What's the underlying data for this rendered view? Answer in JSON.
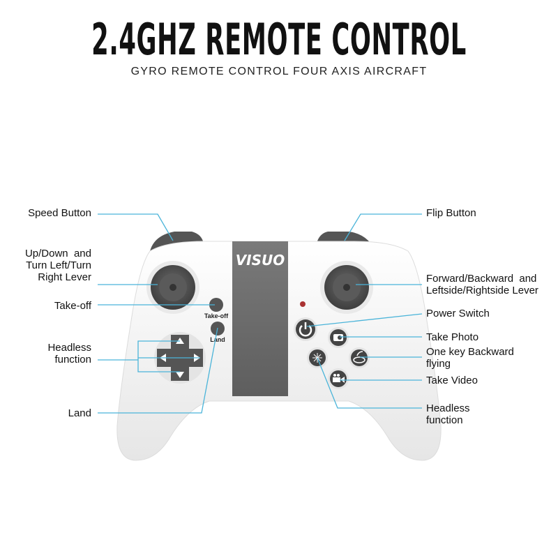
{
  "title": "2.4GHZ REMOTE CONTROL",
  "subtitle": "GYRO REMOTE CONTROL FOUR AXIS AIRCRAFT",
  "brand_logo": "VISUO",
  "device_labels": {
    "takeoff": "Take-off",
    "land": "Land"
  },
  "callouts_left": [
    {
      "label": "Speed Button"
    },
    {
      "label": "Up/Down  and\nTurn Left/Turn\nRight Lever"
    },
    {
      "label": "Take-off"
    },
    {
      "label": "Headless\nfunction"
    },
    {
      "label": "Land"
    }
  ],
  "callouts_right": [
    {
      "label": "Flip Button"
    },
    {
      "label": "Forward/Backward  and\nLeftside/Rightside Lever"
    },
    {
      "label": "Power Switch"
    },
    {
      "label": "Take Photo"
    },
    {
      "label": "One key Backward\nflying"
    },
    {
      "label": "Take Video"
    },
    {
      "label": "Headless\nfunction"
    }
  ],
  "colors": {
    "leader_line": "#4ab4d9",
    "body": "#f2f2f2",
    "center_panel": "#6e6e6e",
    "buttons": "#4a4a4a"
  }
}
